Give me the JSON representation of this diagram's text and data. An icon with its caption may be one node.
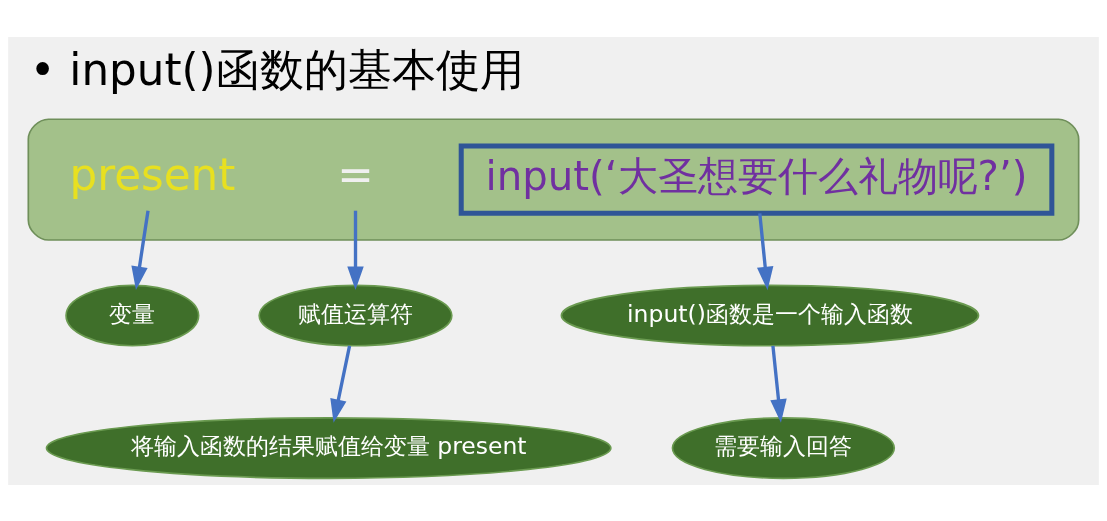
{
  "diagram": {
    "title": "• input()函数的基本使用",
    "nodes": [
      {
        "text": [],
        "shape": "box"
      },
      {
        "text": [
          "present"
        ],
        "in": 0
      },
      {
        "text": [
          "="
        ],
        "in": 0
      },
      {
        "text": [
          "input(‘大圣想要什么礼物呢?’)"
        ],
        "in": 0
      },
      {
        "text": [
          "变量"
        ]
      },
      {
        "text": [
          "赋值运算符"
        ]
      },
      {
        "text": [
          "input()函数是一个输入函数"
        ]
      },
      {
        "text": [
          "将输入函数的结果赋值给变量 present"
        ]
      },
      {
        "text": [
          "需要输入回答"
        ]
      }
    ],
    "edges": [
      {
        "from": 1,
        "to": 4,
        "arrow": "to"
      },
      {
        "from": 2,
        "to": 5,
        "arrow": "to"
      },
      {
        "from": 3,
        "to": 6,
        "arrow": "to"
      },
      {
        "from": 5,
        "to": 7,
        "arrow": "to"
      },
      {
        "from": 6,
        "to": 8,
        "arrow": "to"
      }
    ]
  }
}
